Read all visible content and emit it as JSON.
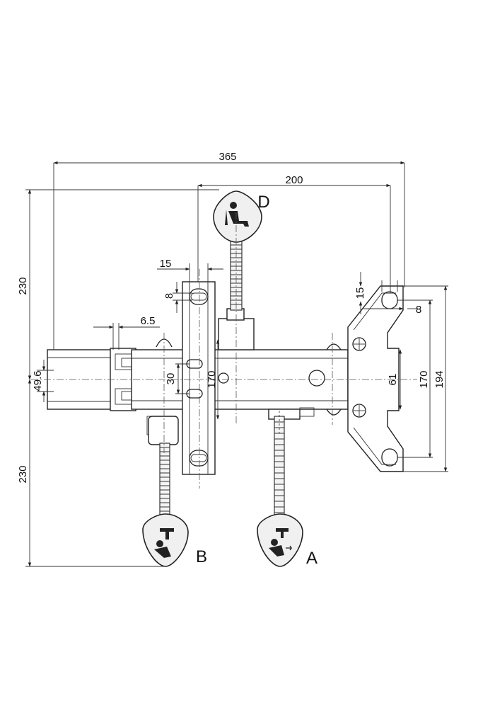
{
  "dimensions": {
    "overall_width": "365",
    "lever_span": "200",
    "upper_height": "230",
    "lower_height": "230",
    "slot_width": "15",
    "slot_height": "8",
    "offset": "6.5",
    "tube": "49.6",
    "hole_spacing": "30",
    "plate_height": "170",
    "bracket_inner": "61",
    "bracket_slot_width": "15",
    "bracket_slot_height": "8",
    "bracket_hole_spacing": "170",
    "bracket_height": "194"
  },
  "levers": {
    "a": "A",
    "b": "B",
    "d": "D"
  },
  "icons": {
    "lever_a": "tilt-tension-icon",
    "lever_b": "seat-height-icon",
    "lever_d": "seated-person-icon"
  }
}
